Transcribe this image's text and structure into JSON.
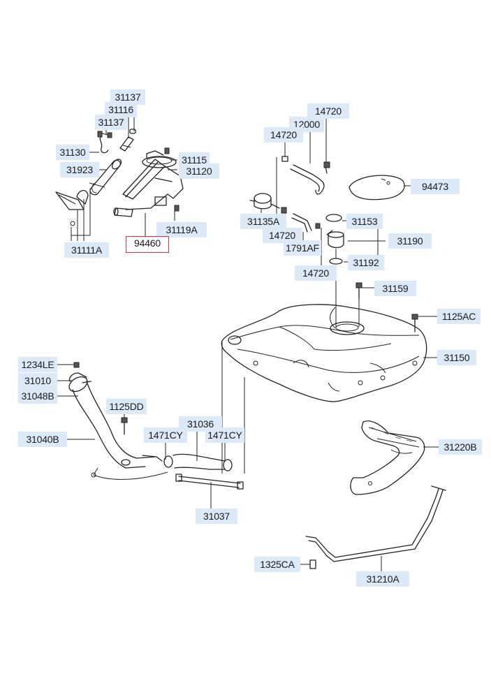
{
  "diagram": {
    "labels": [
      {
        "id": "31137a",
        "text": "31137"
      },
      {
        "id": "31116",
        "text": "31116"
      },
      {
        "id": "31137b",
        "text": "31137"
      },
      {
        "id": "31130",
        "text": "31130"
      },
      {
        "id": "31923",
        "text": "31923"
      },
      {
        "id": "31115",
        "text": "31115"
      },
      {
        "id": "31120",
        "text": "31120"
      },
      {
        "id": "31119A",
        "text": "31119A"
      },
      {
        "id": "94460",
        "text": "94460",
        "selected": true
      },
      {
        "id": "31111A",
        "text": "31111A"
      },
      {
        "id": "14720a",
        "text": "14720"
      },
      {
        "id": "12000",
        "text": "12000"
      },
      {
        "id": "14720b",
        "text": "14720"
      },
      {
        "id": "94473",
        "text": "94473"
      },
      {
        "id": "31135A",
        "text": "31135A"
      },
      {
        "id": "14720c",
        "text": "14720"
      },
      {
        "id": "1791AF",
        "text": "1791AF"
      },
      {
        "id": "14720d",
        "text": "14720"
      },
      {
        "id": "31153",
        "text": "31153"
      },
      {
        "id": "31190",
        "text": "31190"
      },
      {
        "id": "31192",
        "text": "31192"
      },
      {
        "id": "31159",
        "text": "31159"
      },
      {
        "id": "1125AC",
        "text": "1125AC"
      },
      {
        "id": "31150",
        "text": "31150"
      },
      {
        "id": "1234LE",
        "text": "1234LE"
      },
      {
        "id": "31010",
        "text": "31010"
      },
      {
        "id": "31048B",
        "text": "31048B"
      },
      {
        "id": "1125DD",
        "text": "1125DD"
      },
      {
        "id": "31036",
        "text": "31036"
      },
      {
        "id": "1471CYa",
        "text": "1471CY"
      },
      {
        "id": "1471CYb",
        "text": "1471CY"
      },
      {
        "id": "31040B",
        "text": "31040B"
      },
      {
        "id": "31220B",
        "text": "31220B"
      },
      {
        "id": "31037",
        "text": "31037"
      },
      {
        "id": "1325CA",
        "text": "1325CA"
      },
      {
        "id": "31210A",
        "text": "31210A"
      }
    ]
  },
  "colors": {
    "label_background": "#dbe9f8",
    "selected_border": "#e0303e",
    "line": "#222222"
  }
}
